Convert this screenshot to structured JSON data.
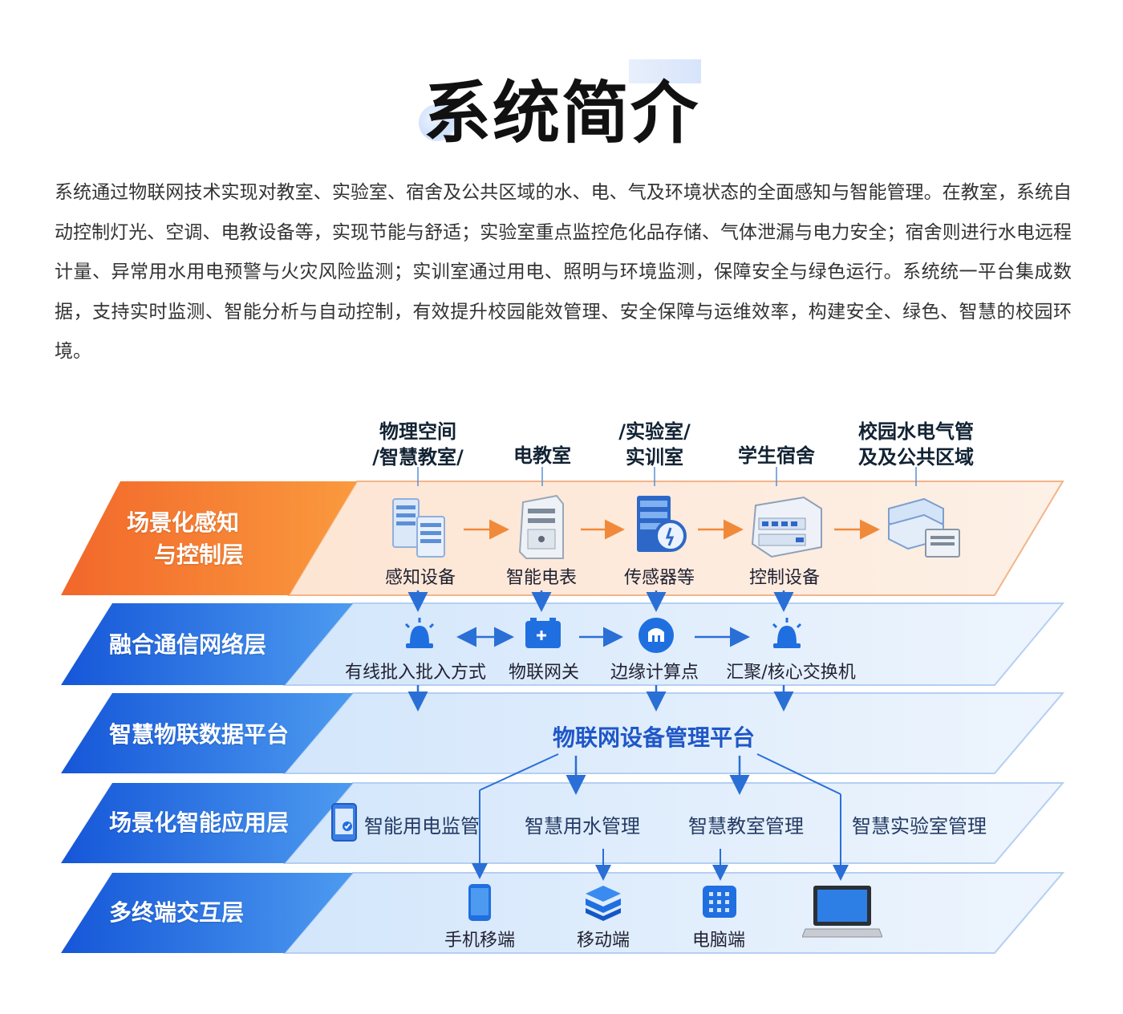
{
  "title": "系统简介",
  "intro": "系统通过物联网技术实现对教室、实验室、宿舍及公共区域的水、电、气及环境状态的全面感知与智能管理。在教室，系统自动控制灯光、空调、电教设备等，实现节能与舒适；实验室重点监控危化品存储、气体泄漏与电力安全；宿舍则进行水电远程计量、异常用水用电预警与火灾风险监测；实训室通过用电、照明与环境监测，保障安全与绿色运行。系统统一平台集成数据，支持实时监测、智能分析与自动控制，有效提升校园能效管理、安全保障与运维效率，构建安全、绿色、智慧的校园环境。",
  "diagram": {
    "columns": [
      {
        "line1": "物理空间",
        "line2": "/智慧教室/"
      },
      {
        "line1": "电教室",
        "line2": ""
      },
      {
        "line1": "/实验室/",
        "line2": "实训室"
      },
      {
        "line1": "学生宿舍",
        "line2": ""
      },
      {
        "line1": "校园水电气管",
        "line2": "及及公共区域"
      }
    ],
    "layers": [
      {
        "line1": "场景化感知",
        "line2": "与控制层"
      },
      {
        "line1": "融合通信网络层"
      },
      {
        "line1": "智慧物联数据平台"
      },
      {
        "line1": "场景化智能应用层"
      },
      {
        "line1": "多终端交互层"
      }
    ],
    "perception_nodes": [
      "感知设备",
      "智能电表",
      "传感器等",
      "控制设备"
    ],
    "network_nodes": [
      "有线批入批入方式",
      "物联网关",
      "边缘计算点",
      "汇聚/核心交换机"
    ],
    "platform": "物联网设备管理平台",
    "applications": [
      "智能用电监管",
      "智慧用水管理",
      "智慧教室管理",
      "智慧实验室管理"
    ],
    "terminals": [
      "手机移端",
      "移动端",
      "电脑端"
    ],
    "colors": {
      "orange": "#f07a2a",
      "blue": "#1f6fe0",
      "arrow_orange": "#f08a3a",
      "arrow_blue": "#2a6fd6"
    }
  }
}
